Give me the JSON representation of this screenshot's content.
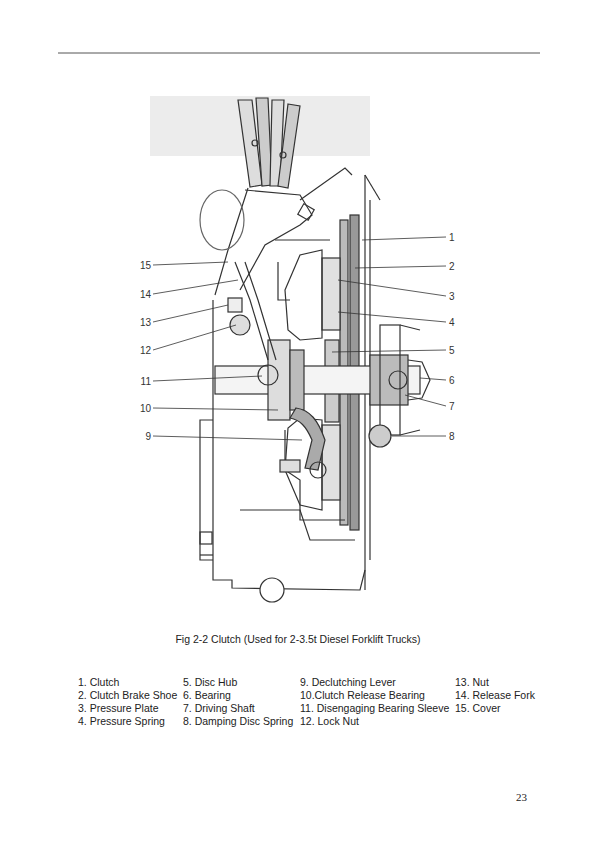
{
  "diagram": {
    "caption": "Fig 2-2 Clutch (Used for 2-3.5t Diesel Forklift Trucks)",
    "labels": [
      "15",
      "14",
      "13",
      "12",
      "11",
      "10",
      "9",
      "1",
      "2",
      "3",
      "4",
      "5",
      "6",
      "7",
      "8",
      "1. Clutch",
      "2. Clutch Brake Shoe",
      "3. Pressure Plate",
      "4. Pressure Spring",
      "5. Disc Hub",
      "6. Bearing",
      "7. Driving Shaft",
      "8. Damping Disc Spring",
      "9. Declutching Lever",
      "10.Clutch Release Bearing",
      "11. Disengaging Bearing Sleeve",
      "12. Lock Nut",
      "13. Nut",
      "14. Release Fork",
      "15. Cover",
      "23"
    ]
  }
}
